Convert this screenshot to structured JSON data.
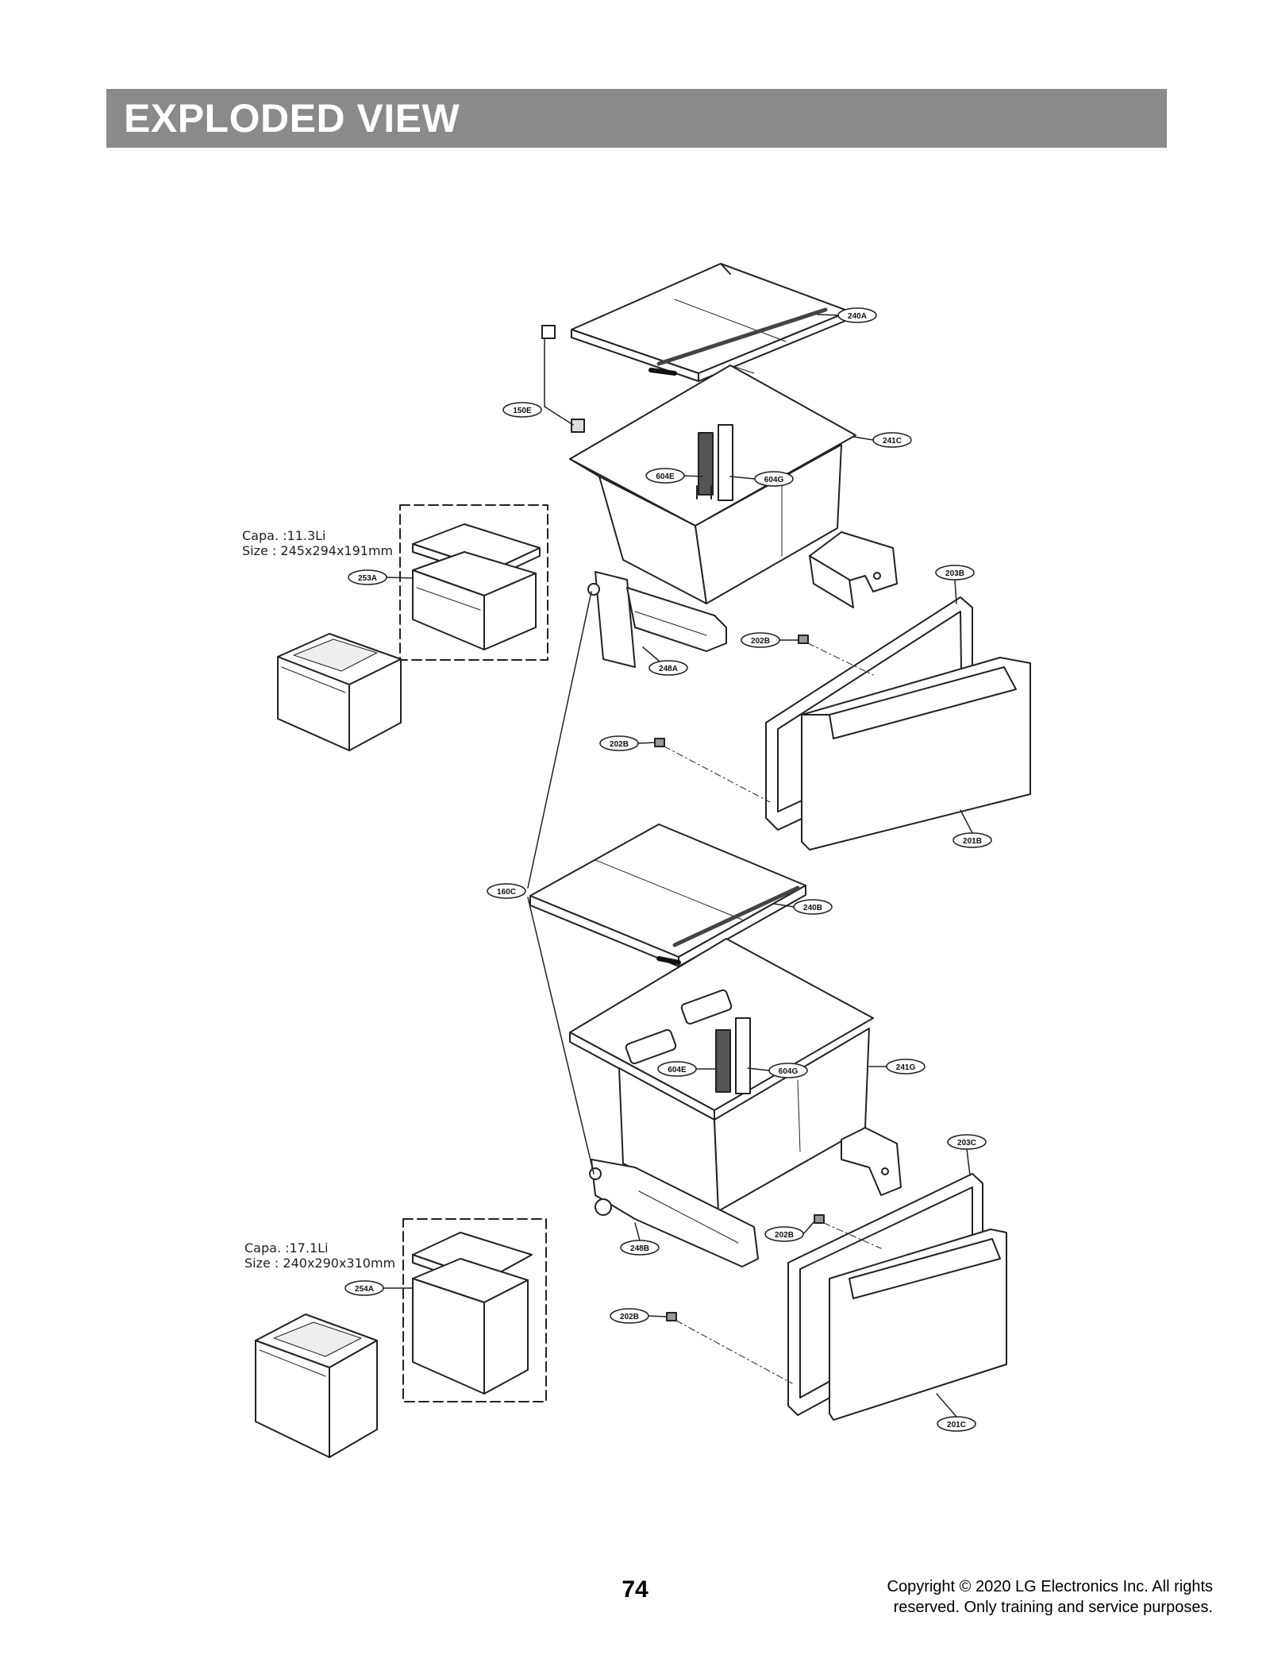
{
  "header": {
    "title": "EXPLODED VIEW"
  },
  "specs": {
    "upper": {
      "capa": "Capa. :11.3Li",
      "size": "Size : 245x294x191mm"
    },
    "lower": {
      "capa": "Capa. :17.1Li",
      "size": "Size : 240x290x310mm"
    }
  },
  "labels": {
    "l240A": "240A",
    "l150E": "150E",
    "l241C": "241C",
    "l604E_1": "604E",
    "l604G_1": "604G",
    "l253A": "253A",
    "l203B": "203B",
    "l202B_1": "202B",
    "l248A": "248A",
    "l202B_2": "202B",
    "l201B": "201B",
    "l160C": "160C",
    "l240B": "240B",
    "l604E_2": "604E",
    "l604G_2": "604G",
    "l241G": "241G",
    "l203C": "203C",
    "l202B_3": "202B",
    "l248B": "248B",
    "l254A": "254A",
    "l202B_4": "202B",
    "l201C": "201C"
  },
  "footer": {
    "page_number": "74",
    "copyright_line1": "Copyright © 2020 LG Electronics Inc. All rights",
    "copyright_line2": "reserved. Only training and service purposes."
  }
}
